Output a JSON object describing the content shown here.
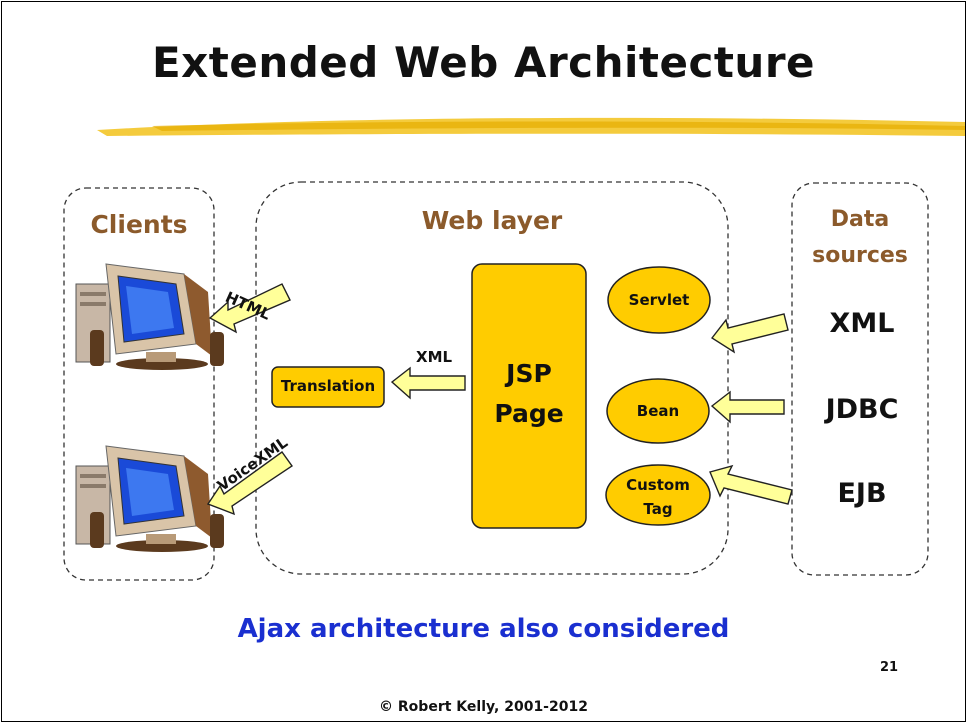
{
  "slide": {
    "title": "Extended Web Architecture",
    "caption": "Ajax architecture also considered",
    "footer": "© Robert Kelly, 2001-2012",
    "page_number": "21"
  },
  "sections": {
    "clients": "Clients",
    "web_layer": "Web layer",
    "data_sources": "Data sources"
  },
  "web_layer": {
    "jsp_page_line1": "JSP",
    "jsp_page_line2": "Page",
    "translation": "Translation",
    "servlet": "Servlet",
    "bean": "Bean",
    "custom_tag_line1": "Custom",
    "custom_tag_line2": "Tag"
  },
  "data_sources": [
    "XML",
    "JDBC",
    "EJB"
  ],
  "arrows": {
    "html": "HTML",
    "xml": "XML",
    "voicexml": "VoiceXML"
  },
  "colors": {
    "box_fill": "#ffcc00",
    "arrow_fill": "#ffff99",
    "section_title": "#8b5a2b",
    "caption": "#1a2fd0",
    "title_highlight": "#f2c21b"
  }
}
